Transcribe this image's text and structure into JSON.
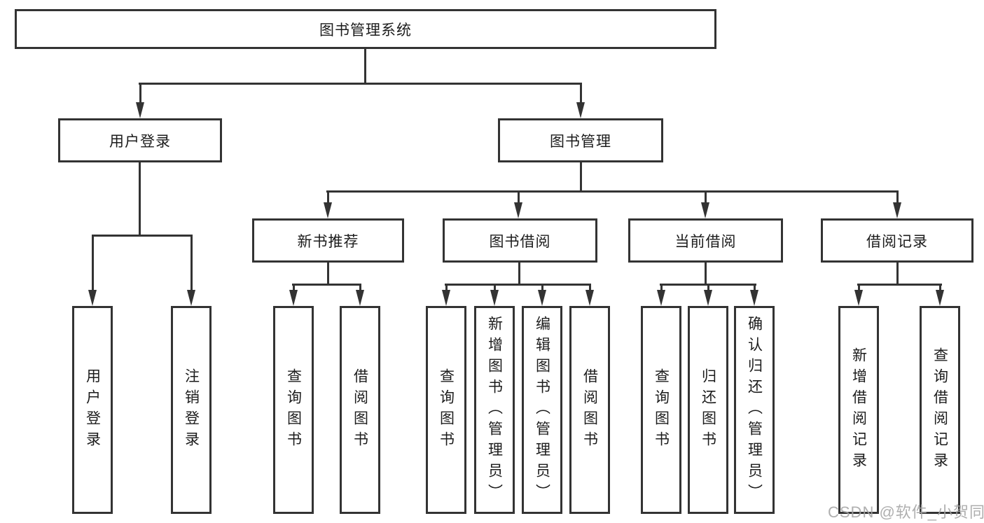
{
  "tree": {
    "root": "图书管理系统",
    "branches": [
      {
        "label": "用户登录",
        "children": [
          "用户登录",
          "注销登录"
        ]
      },
      {
        "label": "图书管理",
        "children": [
          {
            "label": "新书推荐",
            "children": [
              "查询图书",
              "借阅图书"
            ]
          },
          {
            "label": "图书借阅",
            "children": [
              "查询图书",
              "新增图书（管理员）",
              "编辑图书（管理员）",
              "借阅图书"
            ]
          },
          {
            "label": "当前借阅",
            "children": [
              "查询图书",
              "归还图书",
              "确认归还（管理员）"
            ]
          },
          {
            "label": "借阅记录",
            "children": [
              "新增借阅记录",
              "查询借阅记录"
            ]
          }
        ]
      }
    ]
  },
  "watermark": {
    "text": "CSDN @软件_小贺同学"
  },
  "colors": {
    "line": "#333333",
    "text": "#1c1c1c",
    "watermark": "#a4a4a4",
    "background": "#ffffff"
  }
}
